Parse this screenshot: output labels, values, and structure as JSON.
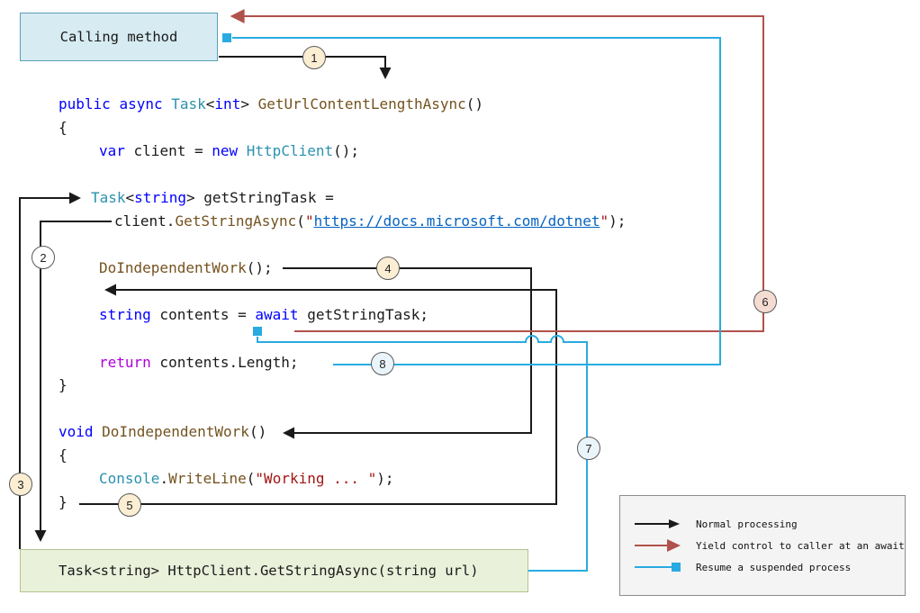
{
  "boxes": {
    "calling_method": "Calling method",
    "get_string_async": "Task<string> HttpClient.GetStringAsync(string url)"
  },
  "steps": [
    {
      "label": "1",
      "fill": "#FBEED3"
    },
    {
      "label": "2",
      "fill": "#FFFFFF"
    },
    {
      "label": "3",
      "fill": "#FBEED3"
    },
    {
      "label": "4",
      "fill": "#FBEED3"
    },
    {
      "label": "5",
      "fill": "#FBEED3"
    },
    {
      "label": "6",
      "fill": "#F5DCD2"
    },
    {
      "label": "7",
      "fill": "#EAF4FB"
    },
    {
      "label": "8",
      "fill": "#EAF4FB"
    }
  ],
  "legend": {
    "items": [
      {
        "name": "normal",
        "label": "Normal processing"
      },
      {
        "name": "yield",
        "label": "Yield control to caller at an await"
      },
      {
        "name": "resume",
        "label": "Resume a suspended process"
      }
    ]
  },
  "colors": {
    "normal_arrow": "#1A1A1A",
    "yield_arrow": "#B0524C",
    "resume_line": "#29ABE2",
    "calling_box_fill": "#D7EBF2",
    "calling_box_border": "#58A0B4",
    "bottom_box_fill": "#EAF1DB",
    "bottom_box_border": "#AFC48E"
  },
  "code": {
    "lines": [
      {
        "tokens": [
          {
            "t": "public",
            "c": "kw"
          },
          {
            "t": " ",
            "c": "pl"
          },
          {
            "t": "async",
            "c": "kw"
          },
          {
            "t": " ",
            "c": "pl"
          },
          {
            "t": "Task",
            "c": "ty"
          },
          {
            "t": "<",
            "c": "pl"
          },
          {
            "t": "int",
            "c": "kw"
          },
          {
            "t": "> ",
            "c": "pl"
          },
          {
            "t": "GetUrlContentLengthAsync",
            "c": "me"
          },
          {
            "t": "()",
            "c": "pl"
          }
        ]
      },
      {
        "tokens": [
          {
            "t": "{",
            "c": "pl"
          }
        ]
      },
      {
        "tokens": [
          {
            "t": "var",
            "c": "kw"
          },
          {
            "t": " client = ",
            "c": "pl"
          },
          {
            "t": "new",
            "c": "kw"
          },
          {
            "t": " ",
            "c": "pl"
          },
          {
            "t": "HttpClient",
            "c": "ty"
          },
          {
            "t": "();",
            "c": "pl"
          }
        ]
      },
      {
        "tokens": [
          {
            "t": "Task",
            "c": "ty"
          },
          {
            "t": "<",
            "c": "pl"
          },
          {
            "t": "string",
            "c": "kw"
          },
          {
            "t": "> getStringTask =",
            "c": "pl"
          }
        ]
      },
      {
        "tokens": [
          {
            "t": "client.",
            "c": "pl"
          },
          {
            "t": "GetStringAsync",
            "c": "me"
          },
          {
            "t": "(",
            "c": "pl"
          },
          {
            "t": "\"",
            "c": "st"
          },
          {
            "t": "https://docs.microsoft.com/dotnet",
            "c": "lk"
          },
          {
            "t": "\"",
            "c": "st"
          },
          {
            "t": ");",
            "c": "pl"
          }
        ]
      },
      {
        "tokens": [
          {
            "t": "DoIndependentWork",
            "c": "me"
          },
          {
            "t": "();",
            "c": "pl"
          }
        ]
      },
      {
        "tokens": [
          {
            "t": "string",
            "c": "kw"
          },
          {
            "t": " contents = ",
            "c": "pl"
          },
          {
            "t": "await",
            "c": "kw"
          },
          {
            "t": " getStringTask;",
            "c": "pl"
          }
        ]
      },
      {
        "tokens": [
          {
            "t": "return",
            "c": "ct"
          },
          {
            "t": " contents.Length;",
            "c": "pl"
          }
        ]
      },
      {
        "tokens": [
          {
            "t": "}",
            "c": "pl"
          }
        ]
      },
      {
        "tokens": [
          {
            "t": "void",
            "c": "kw"
          },
          {
            "t": " ",
            "c": "pl"
          },
          {
            "t": "DoIndependentWork",
            "c": "me"
          },
          {
            "t": "()",
            "c": "pl"
          }
        ]
      },
      {
        "tokens": [
          {
            "t": "{",
            "c": "pl"
          }
        ]
      },
      {
        "tokens": [
          {
            "t": "Console",
            "c": "ty"
          },
          {
            "t": ".",
            "c": "pl"
          },
          {
            "t": "WriteLine",
            "c": "me"
          },
          {
            "t": "(",
            "c": "pl"
          },
          {
            "t": "\"Working ... \"",
            "c": "st"
          },
          {
            "t": ");",
            "c": "pl"
          }
        ]
      },
      {
        "tokens": [
          {
            "t": "}",
            "c": "pl"
          }
        ]
      }
    ]
  }
}
